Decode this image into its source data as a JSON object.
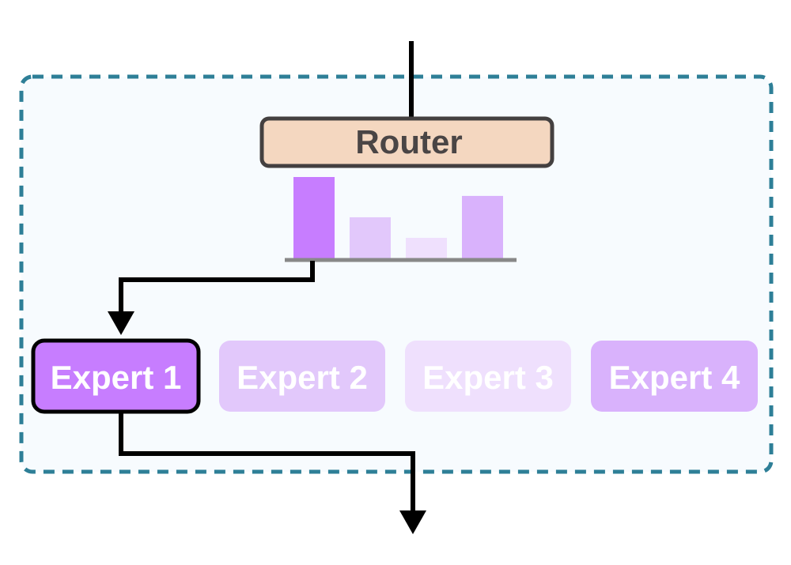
{
  "router": {
    "label": "Router",
    "fill": "#f4d7c0",
    "stroke": "#444040",
    "text_color": "#4a4545"
  },
  "group_box": {
    "stroke": "#2e7f97",
    "fill": "#f7fbfe"
  },
  "routing_scores": {
    "values": [
      1.0,
      0.51,
      0.26,
      0.77
    ],
    "colors": [
      "#c77dff",
      "#e2c8fb",
      "#efe0fd",
      "#d9b2fc"
    ],
    "baseline_color": "#888888"
  },
  "experts": [
    {
      "label": "Expert 1",
      "fill": "#c77dff",
      "selected": true
    },
    {
      "label": "Expert 2",
      "fill": "#e2c8fb",
      "selected": false
    },
    {
      "label": "Expert 3",
      "fill": "#efe0fd",
      "selected": false
    },
    {
      "label": "Expert 4",
      "fill": "#d9b2fc",
      "selected": false
    }
  ],
  "expert_text_color": "#ffffff",
  "arrow_color": "#000000"
}
